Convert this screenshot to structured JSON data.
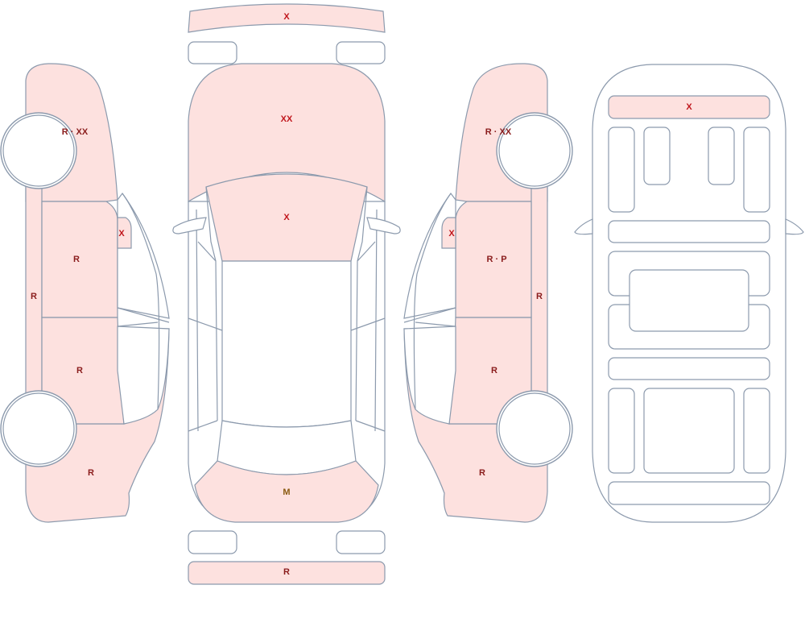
{
  "colors": {
    "damaged_fill": "#fde1df",
    "outline": "#8c9aad",
    "label_x": "#c0151b",
    "label_r": "#8a1c1c",
    "label_m": "#8a5a10"
  },
  "top_view": {
    "front_bumper": "X",
    "hood": "XX",
    "windshield": "X",
    "trunk": "M",
    "rear_bumper": "R"
  },
  "left_side": {
    "front_fender": "R · XX",
    "mirror": "X",
    "front_door": "R",
    "rear_door": "R",
    "rear_quarter": "R",
    "rocker": "R"
  },
  "right_side": {
    "front_fender": "R · XX",
    "mirror": "X",
    "front_door": "R · P",
    "rear_door": "R",
    "rear_quarter": "R",
    "rocker": "R"
  },
  "underbody": {
    "front_crossmember": "X"
  }
}
